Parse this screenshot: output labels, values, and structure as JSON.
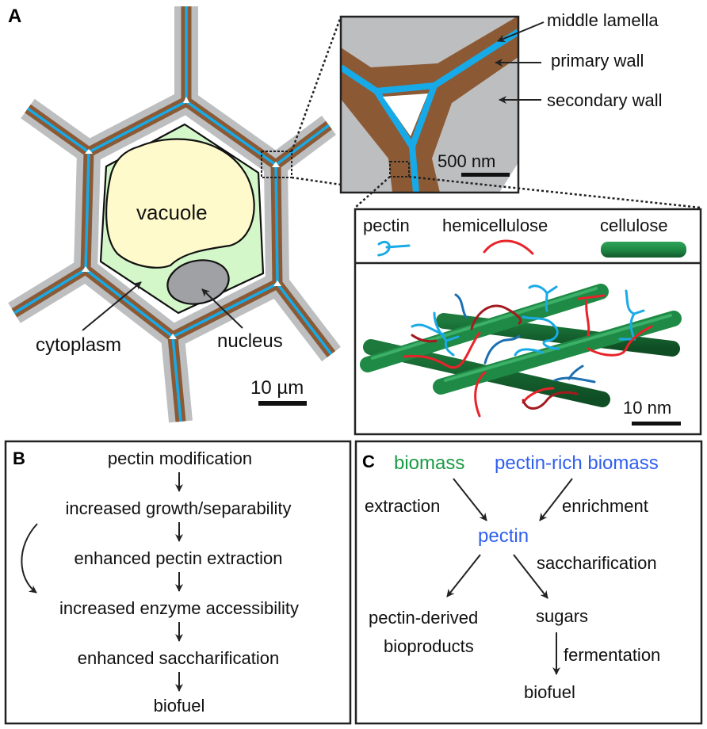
{
  "panel_a": {
    "letter": "A",
    "cell_labels": {
      "vacuole": "vacuole",
      "cytoplasm": "cytoplasm",
      "nucleus": "nucleus",
      "scale": "10 µm"
    },
    "inset_wall": {
      "labels": {
        "middle_lamella": "middle lamella",
        "primary_wall": "primary wall",
        "secondary_wall": "secondary wall"
      },
      "scale": "500 nm"
    },
    "inset_molecular": {
      "legend": {
        "pectin": "pectin",
        "hemicellulose": "hemicellulose",
        "cellulose": "cellulose"
      },
      "scale": "10 nm"
    },
    "colors": {
      "secondary_wall": "#bdbec0",
      "primary_wall": "#8b5a35",
      "middle_lamella": "#16abe8",
      "cytoplasm": "#d3f7c9",
      "vacuole": "#fffacb",
      "nucleus": "#a0a1a4",
      "pectin": "#1aaae6",
      "pectin_dark": "#1c6fb0",
      "hemicellulose": "#e8232a",
      "hemicellulose_dark": "#a31a1f",
      "cellulose": "#1f8a45",
      "cellulose_dark": "#165e2f"
    }
  },
  "panel_b": {
    "letter": "B",
    "steps": [
      "pectin modification",
      "increased growth/separability",
      "enhanced pectin extraction",
      "increased enzyme accessibility",
      "enhanced saccharification",
      "biofuel"
    ]
  },
  "panel_c": {
    "letter": "C",
    "nodes": {
      "biomass": "biomass",
      "pectin_rich_biomass": "pectin-rich biomass",
      "pectin": "pectin",
      "pectin_derived_1": "pectin-derived",
      "pectin_derived_2": "bioproducts",
      "sugars": "sugars",
      "biofuel": "biofuel"
    },
    "edges": {
      "extraction": "extraction",
      "enrichment": "enrichment",
      "saccharification": "saccharification",
      "fermentation": "fermentation"
    },
    "colors": {
      "biomass": "#1a9a44",
      "pectin": "#2f5fef"
    }
  }
}
